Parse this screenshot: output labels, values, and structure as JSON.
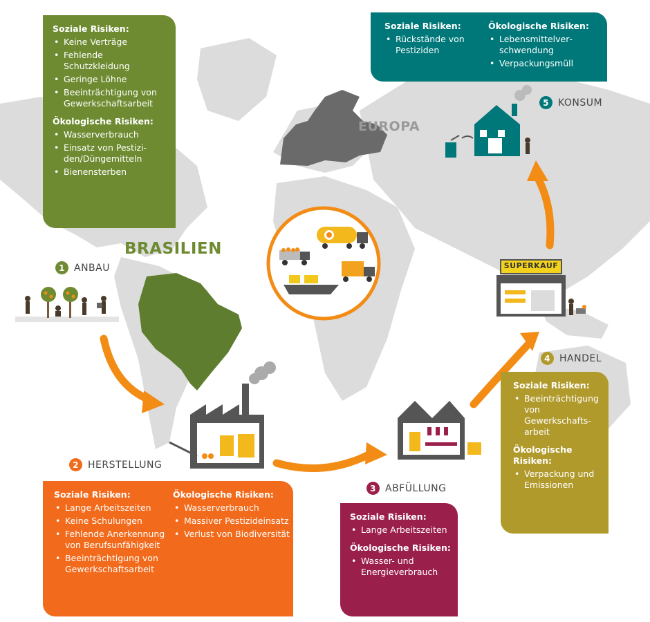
{
  "colors": {
    "map_land": "#dcdcdc",
    "brazil": "#5e7d2e",
    "europe": "#6a6a6a",
    "arrow": "#f28c14",
    "box_anbau": "#6e8b31",
    "box_konsum": "#00787a",
    "box_herstellung": "#f26a1b",
    "box_abfuellung": "#9b1f4b",
    "box_handel": "#b19a2c"
  },
  "regions": {
    "brasilien": "BRASILIEN",
    "europa": "EUROPA"
  },
  "steps": {
    "anbau": {
      "num": "1",
      "label": "ANBAU"
    },
    "herstellung": {
      "num": "2",
      "label": "HERSTELLUNG"
    },
    "abfuellung": {
      "num": "3",
      "label": "ABFÜLLUNG"
    },
    "handel": {
      "num": "4",
      "label": "HANDEL"
    },
    "konsum": {
      "num": "5",
      "label": "KONSUM"
    }
  },
  "shop_sign": "SUPERKAUF",
  "boxes": {
    "anbau": {
      "social_title": "Soziale Risiken:",
      "social": [
        "Keine Verträge",
        "Fehlende Schutzkleidung",
        "Geringe Löhne",
        "Beeinträchtigung von Gewerkschafts­arbeit"
      ],
      "eco_title": "Ökologische Risiken:",
      "eco": [
        "Wasserverbrauch",
        "Einsatz von Pestizi­den/Düngemitteln",
        "Bienensterben"
      ]
    },
    "konsum": {
      "social_title": "Soziale Risiken:",
      "social": [
        "Rückstände von Pestiziden"
      ],
      "eco_title": "Ökologische Risiken:",
      "eco": [
        "Lebensmittelver­schwendung",
        "Verpackungsmüll"
      ]
    },
    "herstellung": {
      "social_title": "Soziale Risiken:",
      "social": [
        "Lange Arbeitszeiten",
        "Keine Schulungen",
        "Fehlende Anerkennung von Berufsunfähigkeit",
        "Beeinträchtigung von Gewerkschafts­arbeit"
      ],
      "eco_title": "Ökologische Risiken:",
      "eco": [
        "Wasserverbrauch",
        "Massiver Pestizideinsatz",
        "Verlust von Biodiversität"
      ]
    },
    "abfuellung": {
      "social_title": "Soziale Risiken:",
      "social": [
        "Lange Arbeitszeiten"
      ],
      "eco_title": "Ökologische Risiken:",
      "eco": [
        "Wasser- und Energieverbrauch"
      ]
    },
    "handel": {
      "social_title": "Soziale Risiken:",
      "social": [
        "Beeinträch­tigung von Gewerkschafts­arbeit"
      ],
      "eco_title": "Ökologische Risiken:",
      "eco": [
        "Verpackung und Emissionen"
      ]
    }
  }
}
